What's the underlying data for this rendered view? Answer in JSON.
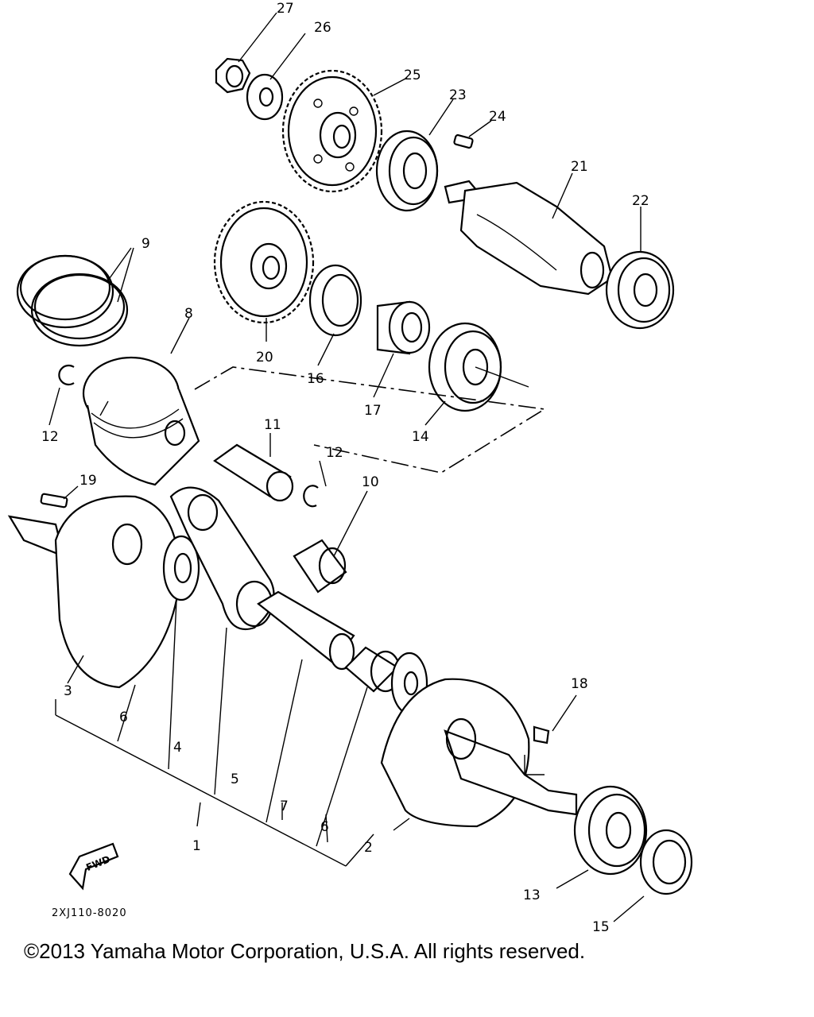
{
  "diagram": {
    "part_labels": {
      "p1": "1",
      "p2": "2",
      "p3": "3",
      "p4": "4",
      "p5": "5",
      "p6a": "6",
      "p6b": "6",
      "p7": "7",
      "p8": "8",
      "p9": "9",
      "p10": "10",
      "p11": "11",
      "p12a": "12",
      "p12b": "12",
      "p13": "13",
      "p14": "14",
      "p15": "15",
      "p16": "16",
      "p17": "17",
      "p18": "18",
      "p19": "19",
      "p20": "20",
      "p21": "21",
      "p22": "22",
      "p23": "23",
      "p24": "24",
      "p25": "25",
      "p26": "26",
      "p27": "27"
    },
    "fwd_label": "FWD",
    "diagram_code": "2XJ110-8020"
  },
  "footer": {
    "copyright": "©2013 Yamaha Motor Corporation, U.S.A. All rights reserved."
  }
}
